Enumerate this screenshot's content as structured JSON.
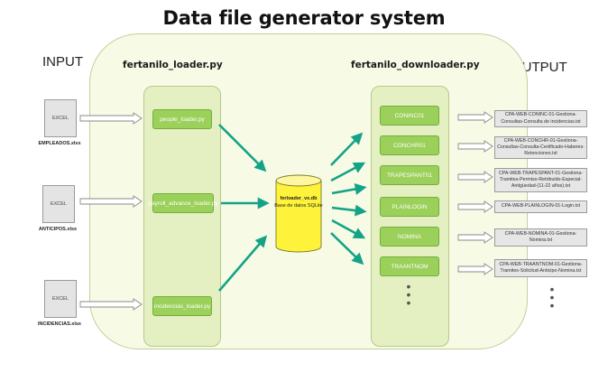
{
  "title": "Data file generator system",
  "labels": {
    "input": "INPUT",
    "output": "OUTPUT"
  },
  "loader": {
    "name": "fertanilo_loader.py",
    "items": [
      "people_loader.py",
      "payroll_advance_loader.py",
      "incidencias_loader.py"
    ]
  },
  "downloader": {
    "name": "fertanilo_downloader.py",
    "items": [
      "CONINC01",
      "CONCHR01",
      "TRAPESPANT01",
      "PLAINLOGIN",
      "NOMINA",
      "TRAANTNOM"
    ],
    "more": "•\n•\n•"
  },
  "inputs": [
    {
      "type": "EXCEL",
      "file": "EMPLEADOS.xlsx"
    },
    {
      "type": "EXCEL",
      "file": "ANTICIPOS.xlsx"
    },
    {
      "type": "EXCEL",
      "file": "INCIDENCIAS.xlsx"
    }
  ],
  "database": {
    "name": "ferloader_vx.db",
    "desc": "Base de datos SQLite"
  },
  "outputs": [
    "CPA-WEB-CONINC-01-Gestiona-Consultas-Consulta de incidencias.txt",
    "CPA-WEB-CONCHR-01-Gestiona-Consultas-Consulta-Certificado-Haberes-Retenciones.txt",
    "CPA-WEB-TRAPESPANT-01-Gestiona-Tramites-Permiso-Retribuido-Especial-Antigüedad-(11-22 años).txt",
    "CPA-WEB-PLAINLOGIN-01-Login.txt",
    "CPA-WEB-NOMINA-01-Gestiona-Nomina.txt",
    "CPA-WEB-TRAANTNOM-01-Gestiona-Tramites-Solicitud-Anticipo-Nomina.txt"
  ],
  "outputs_more": "•\n•\n•",
  "colors": {
    "system_bg": "#f7fbe6",
    "panel_bg": "#e4f0c2",
    "button_green": "#9bd05a",
    "arrow_teal": "#14a386",
    "db_yellow": "#fff23a"
  }
}
